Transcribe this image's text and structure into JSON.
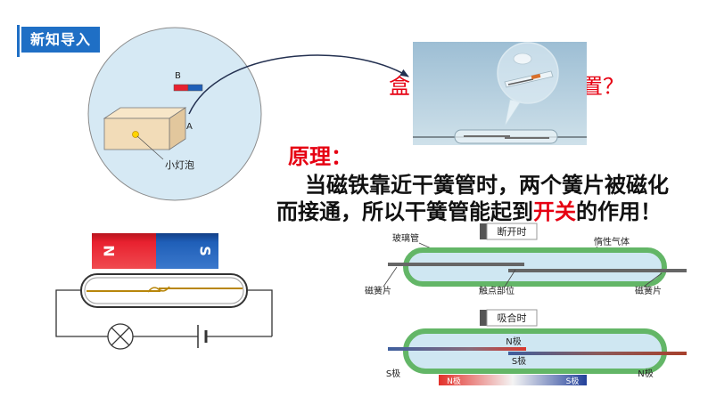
{
  "header": {
    "title": "新知导入"
  },
  "question": {
    "fragment_left": "盒",
    "fragment_right": "置？"
  },
  "principle": {
    "title": "原理：",
    "line1": "当磁铁靠近干簧管时，两个簧片被磁化",
    "line2_before": "而接通，所以干簧管能起到",
    "line2_highlight": "开关",
    "line2_after": "的作用！"
  },
  "illustration": {
    "label_b": "B",
    "label_a": "A",
    "bulb_label": "小灯泡"
  },
  "magnet": {
    "north": "N",
    "south": "S"
  },
  "reed_diagram": {
    "open_state": "断开时",
    "closed_state": "吸合时",
    "glass_tube": "玻璃管",
    "inert_gas": "惰性气体",
    "reed_left": "磁簧片",
    "contact_area": "触点部位",
    "reed_right": "磁簧片",
    "contact_north": "N极",
    "contact_south": "S极",
    "end_south": "S极",
    "end_north": "N极",
    "bar_north": "N极",
    "bar_south": "S极"
  },
  "colors": {
    "accent": "#1f6fc5",
    "highlight": "#e60012",
    "magnet_north": "#e8212f",
    "magnet_south": "#1f5fb8",
    "capsule": "#63b667"
  }
}
